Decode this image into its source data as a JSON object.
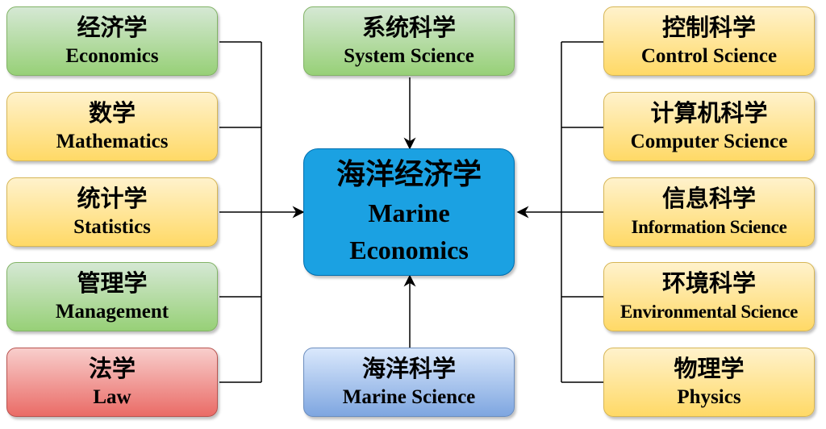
{
  "center": {
    "zh": "海洋经济学",
    "en_line1": "Marine",
    "en_line2": "Economics",
    "color": "#1ba1e2"
  },
  "top": {
    "zh": "系统科学",
    "en": "System Science"
  },
  "bottom": {
    "zh": "海洋科学",
    "en": "Marine Science"
  },
  "left": [
    {
      "zh": "经济学",
      "en": "Economics",
      "color": "green"
    },
    {
      "zh": "数学",
      "en": "Mathematics",
      "color": "yellow"
    },
    {
      "zh": "统计学",
      "en": "Statistics",
      "color": "yellow"
    },
    {
      "zh": "管理学",
      "en": "Management",
      "color": "green"
    },
    {
      "zh": "法学",
      "en": "Law",
      "color": "red"
    }
  ],
  "right": [
    {
      "zh": "控制科学",
      "en": "Control Science",
      "color": "yellow"
    },
    {
      "zh": "计算机科学",
      "en": "Computer Science",
      "color": "yellow"
    },
    {
      "zh": "信息科学",
      "en": "Information Science",
      "color": "yellow"
    },
    {
      "zh": "环境科学",
      "en": "Environmental Science",
      "color": "yellow"
    },
    {
      "zh": "物理学",
      "en": "Physics",
      "color": "yellow"
    }
  ]
}
